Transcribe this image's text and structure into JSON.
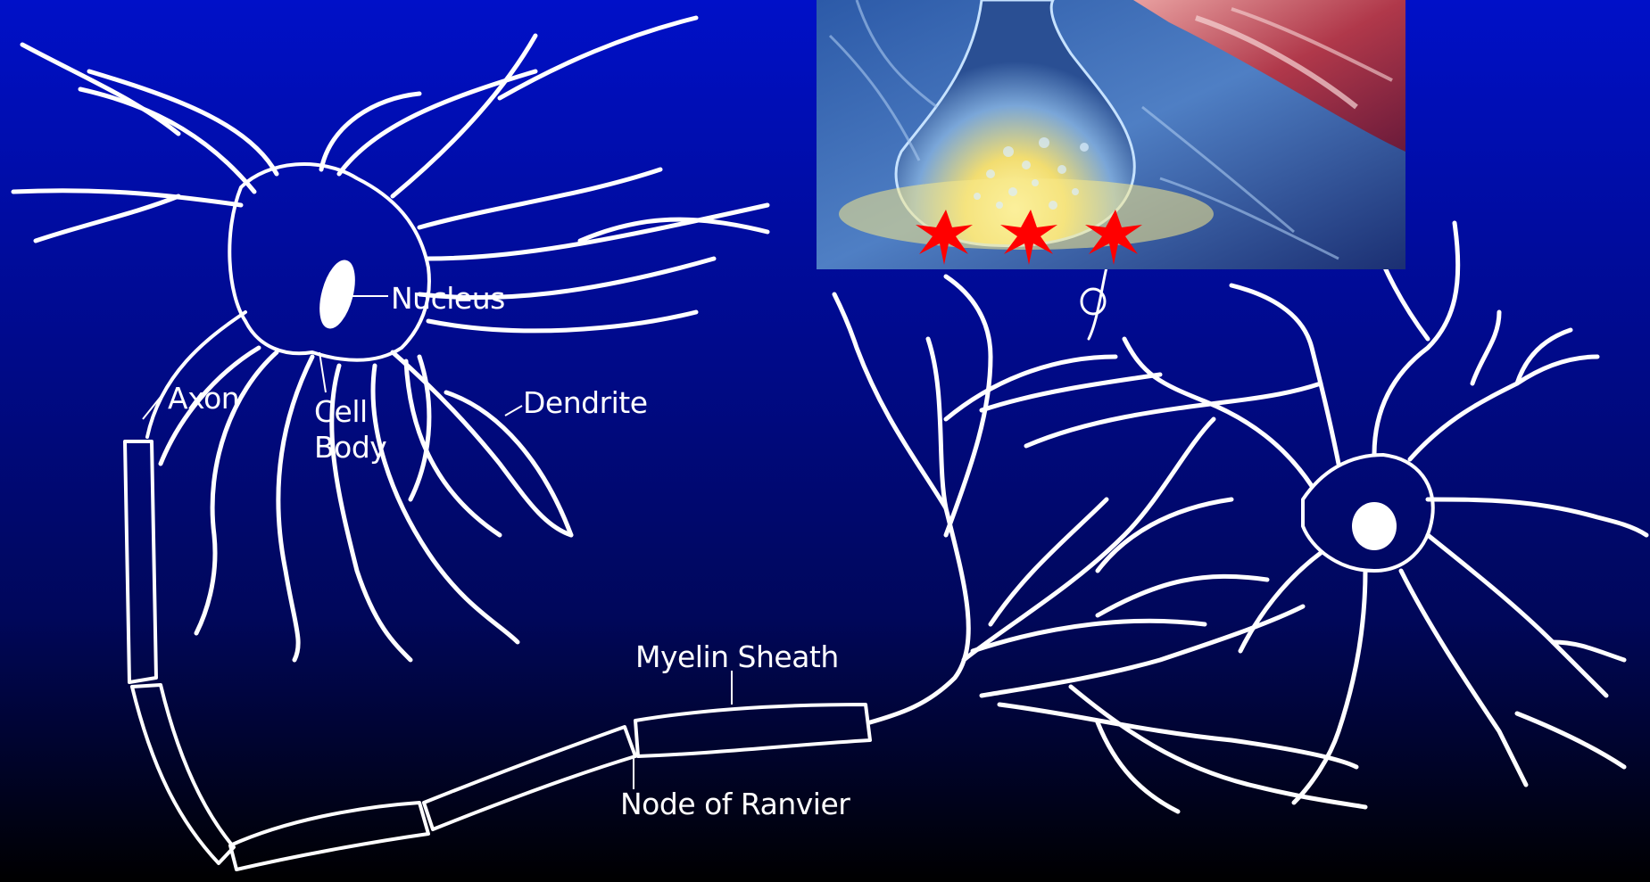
{
  "diagram": {
    "colors": {
      "background_top": "#0010c8",
      "background_bottom": "#000000",
      "line": "#ffffff",
      "marker": "#ff0000"
    },
    "labels": {
      "nucleus": "Nucleus",
      "axon": "Axon",
      "cell_body_line1": "Cell",
      "cell_body_line2": "Body",
      "dendrite": "Dendrite",
      "myelin_sheath": "Myelin Sheath",
      "node_of_ranvier": "Node of Ranvier"
    },
    "inset": {
      "subject": "synaptic terminal close-up",
      "marker_icon": "red-star-icon",
      "marker_count": 3
    }
  }
}
